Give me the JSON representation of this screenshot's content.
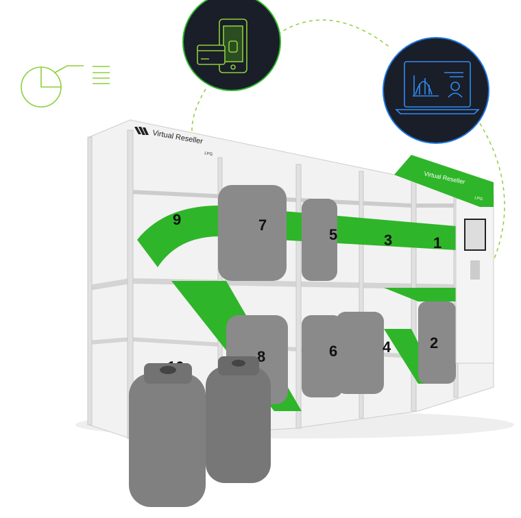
{
  "brand": {
    "name": "Virtual Reseller",
    "sub": "LPG"
  },
  "kiosk_brand": {
    "name": "Virtual Reseller",
    "sub": "LPG"
  },
  "lockers": {
    "top": [
      "9",
      "7",
      "5",
      "3",
      "1"
    ],
    "bottom": [
      "10",
      "8",
      "6",
      "4",
      "2"
    ]
  },
  "icons": {
    "analytics": "pie-chart-list-icon",
    "mobile": "phone-payment-icon",
    "dashboard": "laptop-dashboard-icon"
  },
  "colors": {
    "green": "#2fb52a",
    "dark": "#1a1e29",
    "blue": "#1e78e0",
    "frame": "#e4e4e4"
  }
}
